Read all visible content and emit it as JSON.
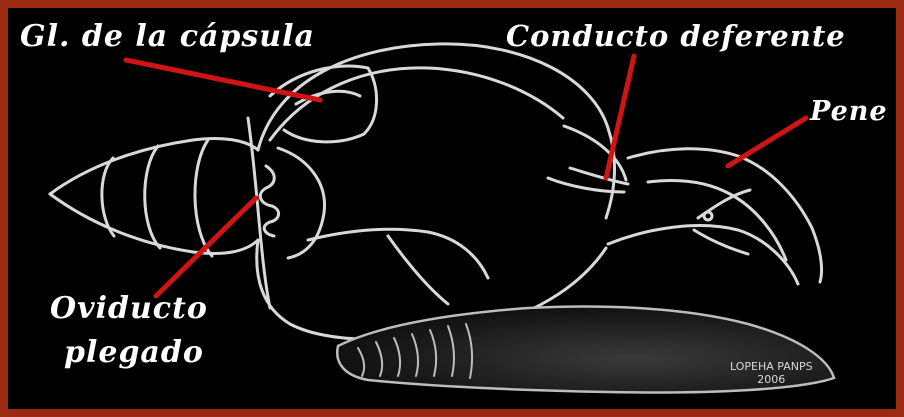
{
  "labels": {
    "gland": "Gl. de la cápsula",
    "duct": "Conducto deferente",
    "penis": "Pene",
    "oviduct_line1": "Oviducto",
    "oviduct_line2": "plegado"
  },
  "credit": {
    "line1": "LOPEHA  PANPS",
    "line2": "2006"
  },
  "colors": {
    "frame": "#9a2a12",
    "background": "#000000",
    "outline": "#d9d9d9",
    "pointer": "#d01414",
    "text": "#ffffff"
  }
}
